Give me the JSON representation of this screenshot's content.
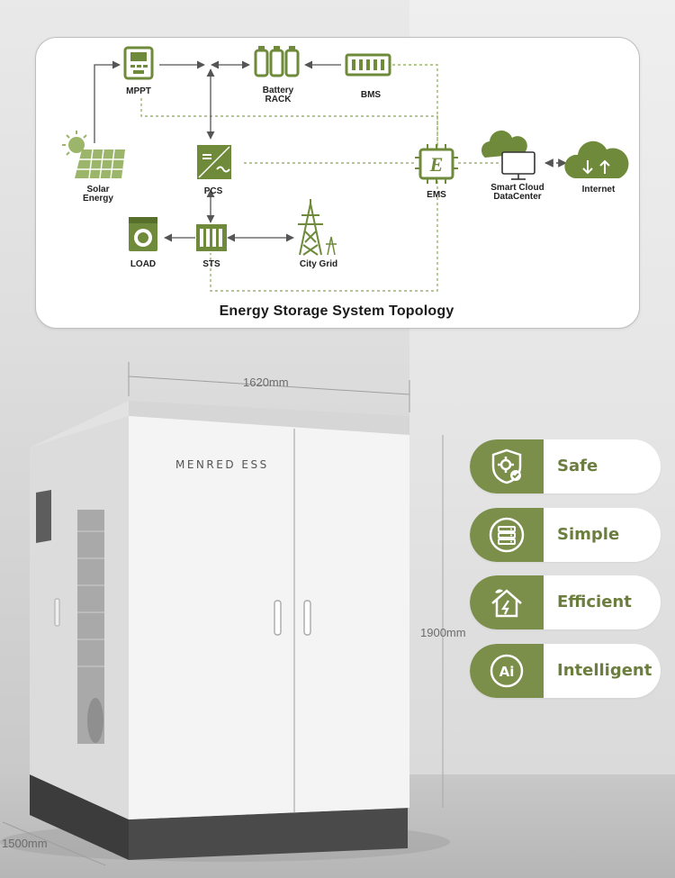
{
  "diagram": {
    "title": "Energy Storage System Topology",
    "nodes": {
      "mppt": "MPPT",
      "battery_rack_line1": "Battery",
      "battery_rack_line2": "RACK",
      "bms": "BMS",
      "solar_line1": "Solar",
      "solar_line2": "Energy",
      "pcs": "PCS",
      "ems": "EMS",
      "ems_icon_letter": "E",
      "cloud_line1": "Smart Cloud",
      "cloud_line2": "DataCenter",
      "internet": "Internet",
      "load": "LOAD",
      "sts": "STS",
      "city_grid": "City Grid"
    }
  },
  "product": {
    "brand": "MENRED ESS",
    "dimensions": {
      "width": "1620mm",
      "height": "1900mm",
      "depth": "1500mm"
    }
  },
  "features": [
    {
      "label": "Safe",
      "icon": "shield-gear-icon"
    },
    {
      "label": "Simple",
      "icon": "server-rack-icon"
    },
    {
      "label": "Efficient",
      "icon": "eco-house-icon"
    },
    {
      "label": "Intelligent",
      "icon": "ai-chip-icon"
    }
  ],
  "colors": {
    "accent_green": "#7b8e4a",
    "feature_text": "#6b7e3e",
    "icon_green": "#6e8a3a",
    "dashed_link": "#9bb56a"
  }
}
